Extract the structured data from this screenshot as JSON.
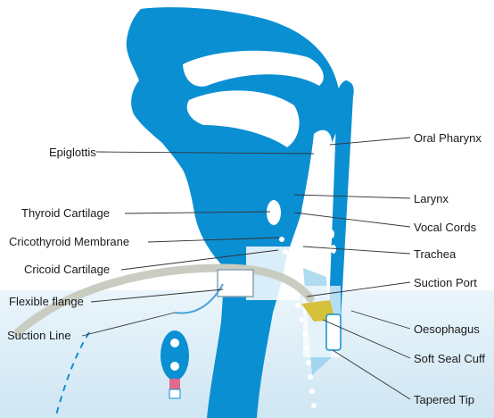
{
  "labels": {
    "left": {
      "epiglottis": "Epiglottis",
      "thyroid_cartilage": "Thyroid Cartilage",
      "cricothyroid_membrane": "Cricothyroid Membrane",
      "cricoid_cartilage": "Cricoid Cartilage",
      "flexible_flange": "Flexible flange",
      "suction_line": "Suction Line"
    },
    "right": {
      "oral_pharynx": "Oral Pharynx",
      "larynx": "Larynx",
      "vocal_cords": "Vocal Cords",
      "trachea": "Trachea",
      "suction_port": "Suction Port",
      "oesophagus": "Oesophagus",
      "soft_seal_cuff": "Soft Seal Cuff",
      "tapered_tip": "Tapered Tip"
    }
  },
  "colors": {
    "anatomy_blue": "#0b8fd3",
    "lower_band": "#dceef8",
    "tube": "#c9ccc0",
    "cuff": "#d6c23a",
    "leader_line": "#333333"
  }
}
